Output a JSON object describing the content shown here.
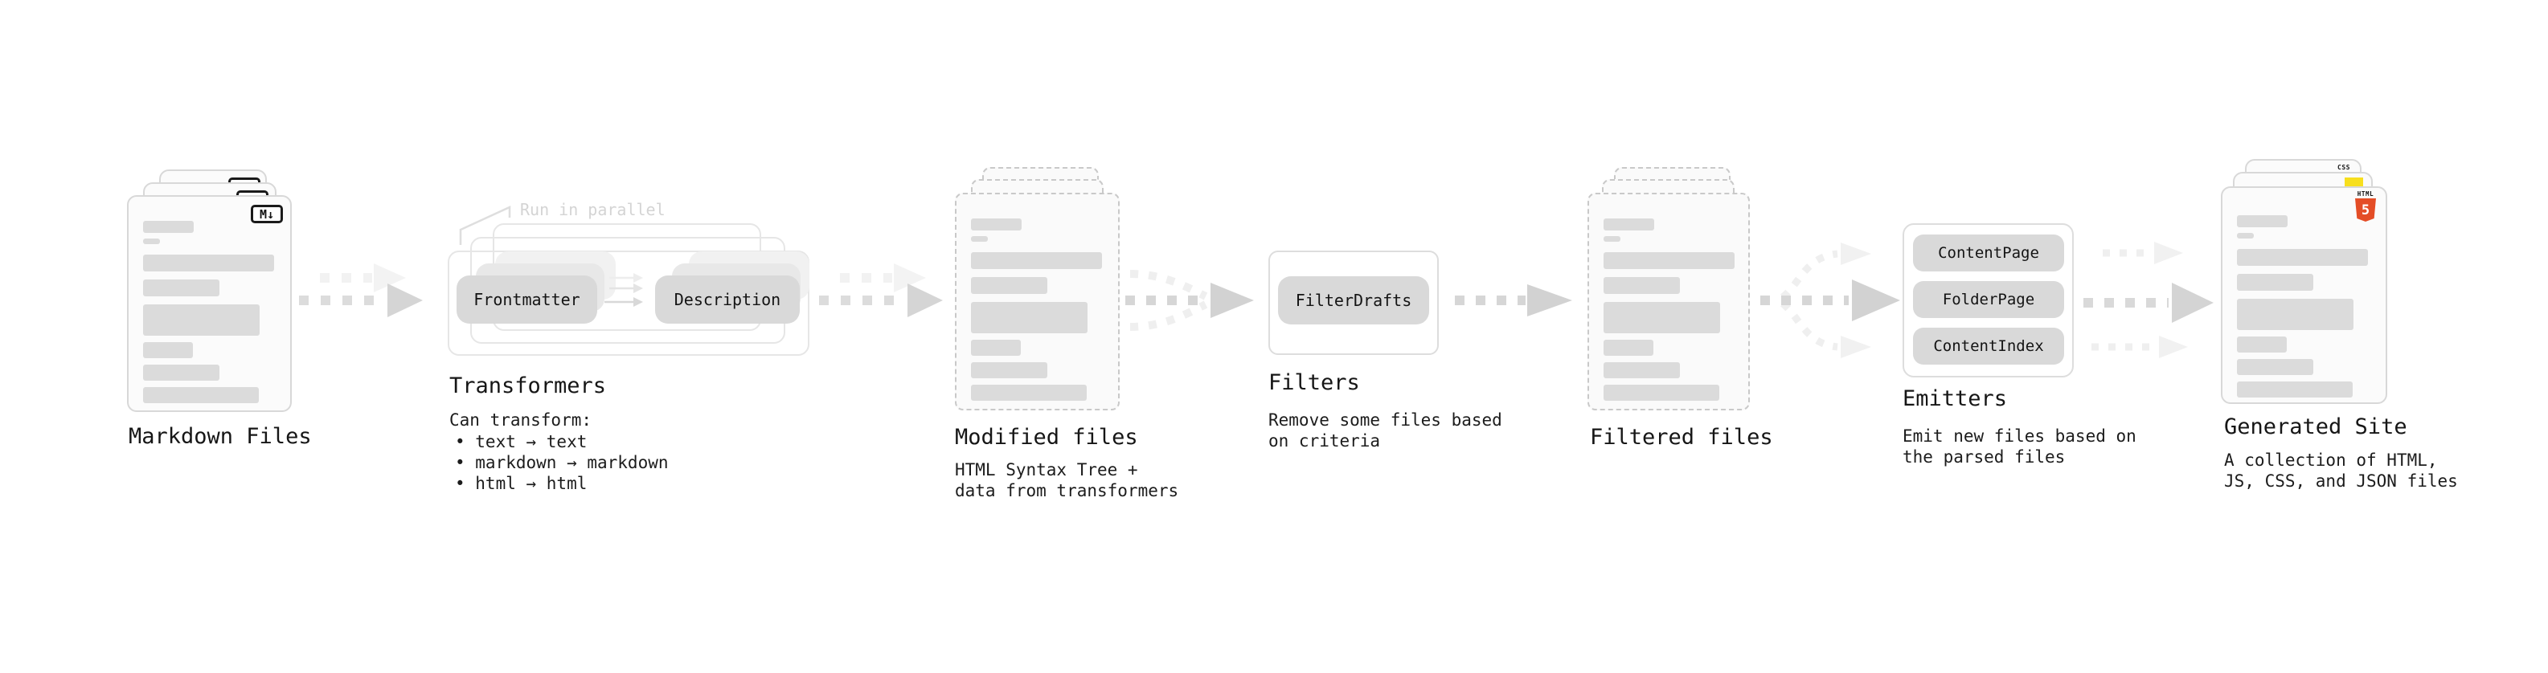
{
  "stages": {
    "markdown": {
      "title": "Markdown Files"
    },
    "transformers": {
      "annotation": "Run in parallel",
      "pill_left": "Frontmatter",
      "pill_right": "Description",
      "title": "Transformers",
      "desc": "Can transform:",
      "bullets": [
        "• text → text",
        "• markdown → markdown",
        "• html → html"
      ]
    },
    "modified": {
      "title": "Modified files",
      "desc": [
        "HTML Syntax Tree +",
        "data from transformers"
      ]
    },
    "filters": {
      "pill": "FilterDrafts",
      "title": "Filters",
      "desc": [
        "Remove some files based",
        "on criteria"
      ]
    },
    "filtered": {
      "title": "Filtered files"
    },
    "emitters": {
      "pills": [
        "ContentPage",
        "FolderPage",
        "ContentIndex"
      ],
      "title": "Emitters",
      "desc": [
        "Emit new files based on",
        "the parsed files"
      ]
    },
    "generated": {
      "title": "Generated Site",
      "desc": [
        "A collection of HTML,",
        "JS, CSS, and JSON files"
      ]
    }
  },
  "badges": {
    "markdown": "M↓",
    "css": "CSS",
    "html_label": "HTML",
    "html_number": "5"
  },
  "colors": {
    "js_badge_yellow": "#f7df1e",
    "css_badge_blue": "#2965f1",
    "html5_orange": "#e44d26",
    "pill_gray": "#d9d9d9",
    "bar_gray": "#dbdbdb",
    "arrow_gray": "#d6d6d6",
    "arrow_light_gray": "#efefef",
    "faint_text_gray": "#d4d4d4"
  }
}
